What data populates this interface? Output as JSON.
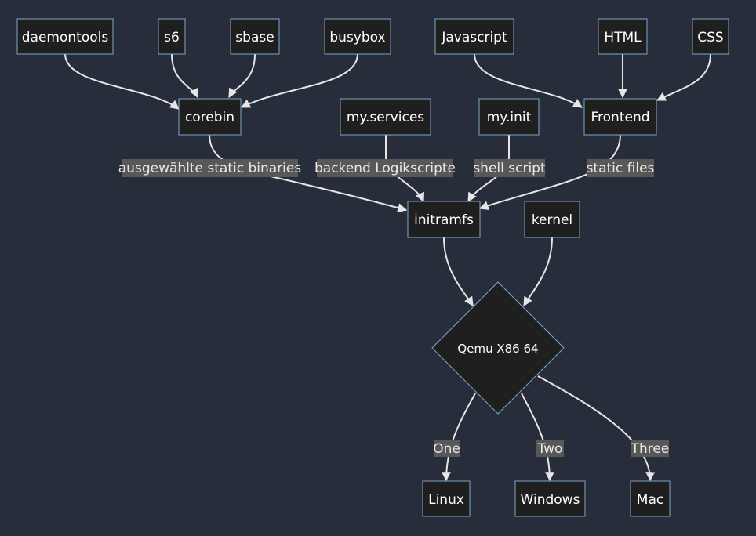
{
  "nodes": {
    "daemontools": "daemontools",
    "s6": "s6",
    "sbase": "sbase",
    "busybox": "busybox",
    "javascript": "Javascript",
    "html": "HTML",
    "css": "CSS",
    "corebin": "corebin",
    "myservices": "my.services",
    "myinit": "my.init",
    "frontend": "Frontend",
    "initramfs": "initramfs",
    "kernel": "kernel",
    "qemu": "Qemu X86 64",
    "linux": "Linux",
    "windows": "Windows",
    "mac": "Mac"
  },
  "edge_labels": {
    "corebin_initramfs": "ausgewählte static binaries",
    "myservices_initramfs": "backend Logikscripte",
    "myinit_initramfs": "shell script",
    "frontend_initramfs": "static files",
    "qemu_linux": "One",
    "qemu_windows": "Two",
    "qemu_mac": "Three"
  },
  "colors": {
    "background": "#282d3c",
    "node_fill": "#1f1f1f",
    "node_border": "#7fa7c9",
    "edge": "#e6e6e6",
    "label_bg": "#585858"
  }
}
